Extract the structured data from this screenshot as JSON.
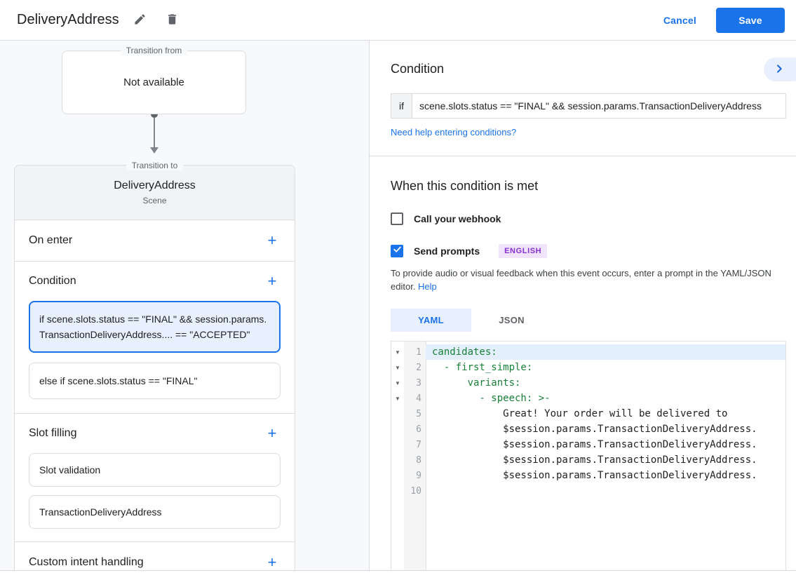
{
  "header": {
    "title": "DeliveryAddress",
    "cancel_label": "Cancel",
    "save_label": "Save"
  },
  "left": {
    "transition_from": {
      "label": "Transition from",
      "value": "Not available"
    },
    "transition_to": {
      "label": "Transition to",
      "title": "DeliveryAddress",
      "subtitle": "Scene"
    },
    "sections": {
      "on_enter": {
        "label": "On enter"
      },
      "condition": {
        "label": "Condition",
        "selected_item": "if scene.slots.status == \"FINAL\" && session.params.TransactionDeliveryAddress.... == \"ACCEPTED\"",
        "second_item": "else if scene.slots.status == \"FINAL\""
      },
      "slot_filling": {
        "label": "Slot filling",
        "items": [
          "Slot validation",
          "TransactionDeliveryAddress"
        ]
      },
      "custom_intent": {
        "label": "Custom intent handling"
      }
    }
  },
  "condition_panel": {
    "heading": "Condition",
    "if_label": "if",
    "if_value": "scene.slots.status == \"FINAL\" && session.params.TransactionDeliveryAddress",
    "help_link": "Need help entering conditions?"
  },
  "when_met": {
    "heading": "When this condition is met",
    "webhook_label": "Call your webhook",
    "webhook_checked": false,
    "send_prompts_label": "Send prompts",
    "send_prompts_checked": true,
    "language_badge": "ENGLISH",
    "description": "To provide audio or visual feedback when this event occurs, enter a prompt in the YAML/JSON editor.",
    "help_label": "Help"
  },
  "editor": {
    "tabs": [
      {
        "label": "YAML",
        "active": true
      },
      {
        "label": "JSON",
        "active": false
      }
    ],
    "lines": [
      {
        "num": "1",
        "fold": true,
        "highlight": true,
        "type": "key",
        "text": "candidates:"
      },
      {
        "num": "2",
        "fold": true,
        "highlight": false,
        "type": "key",
        "text": "  - first_simple:"
      },
      {
        "num": "3",
        "fold": true,
        "highlight": false,
        "type": "key",
        "text": "      variants:"
      },
      {
        "num": "4",
        "fold": true,
        "highlight": false,
        "type": "key",
        "text": "        - speech: >-"
      },
      {
        "num": "5",
        "fold": false,
        "highlight": false,
        "type": "plain",
        "text": "            Great! Your order will be delivered to"
      },
      {
        "num": "6",
        "fold": false,
        "highlight": false,
        "type": "plain",
        "text": "            $session.params.TransactionDeliveryAddress."
      },
      {
        "num": "7",
        "fold": false,
        "highlight": false,
        "type": "plain",
        "text": "            $session.params.TransactionDeliveryAddress."
      },
      {
        "num": "8",
        "fold": false,
        "highlight": false,
        "type": "plain",
        "text": "            $session.params.TransactionDeliveryAddress."
      },
      {
        "num": "9",
        "fold": false,
        "highlight": false,
        "type": "plain",
        "text": "            $session.params.TransactionDeliveryAddress."
      },
      {
        "num": "10",
        "fold": false,
        "highlight": false,
        "type": "plain",
        "text": ""
      }
    ]
  },
  "colors": {
    "accent_blue": "#1a73e8",
    "selected_condition_bg": "#e8f0fe",
    "code_key_green": "#188038",
    "badge_purple": "#8430ce",
    "badge_bg": "#f0e3fa",
    "line_highlight": "#e3f0fb"
  }
}
